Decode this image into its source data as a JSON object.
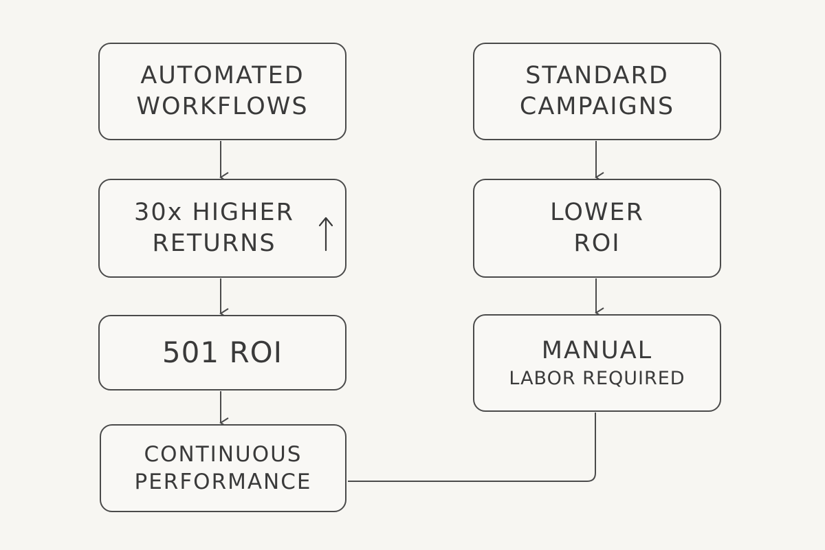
{
  "left_column": {
    "automated_workflows": [
      "AUTOMATED",
      "WORKFLOWS"
    ],
    "higher_returns": [
      "30x HIGHER",
      "RETURNS"
    ],
    "roi_501": "501 ROI",
    "continuous_performance": [
      "CONTINUOUS",
      "PERFORMANCE"
    ]
  },
  "right_column": {
    "standard_campaigns": [
      "STANDARD",
      "CAMPAIGNS"
    ],
    "lower_roi": [
      "LOWER",
      "ROI"
    ],
    "manual_labor": [
      "MANUAL",
      "LABOR REQUIRED"
    ]
  },
  "icons": {
    "higher_returns_indicator": "up-arrow-icon"
  },
  "colors": {
    "background": "#f7f6f2",
    "stroke": "#4a4a4a",
    "text": "#3a3a3a"
  }
}
